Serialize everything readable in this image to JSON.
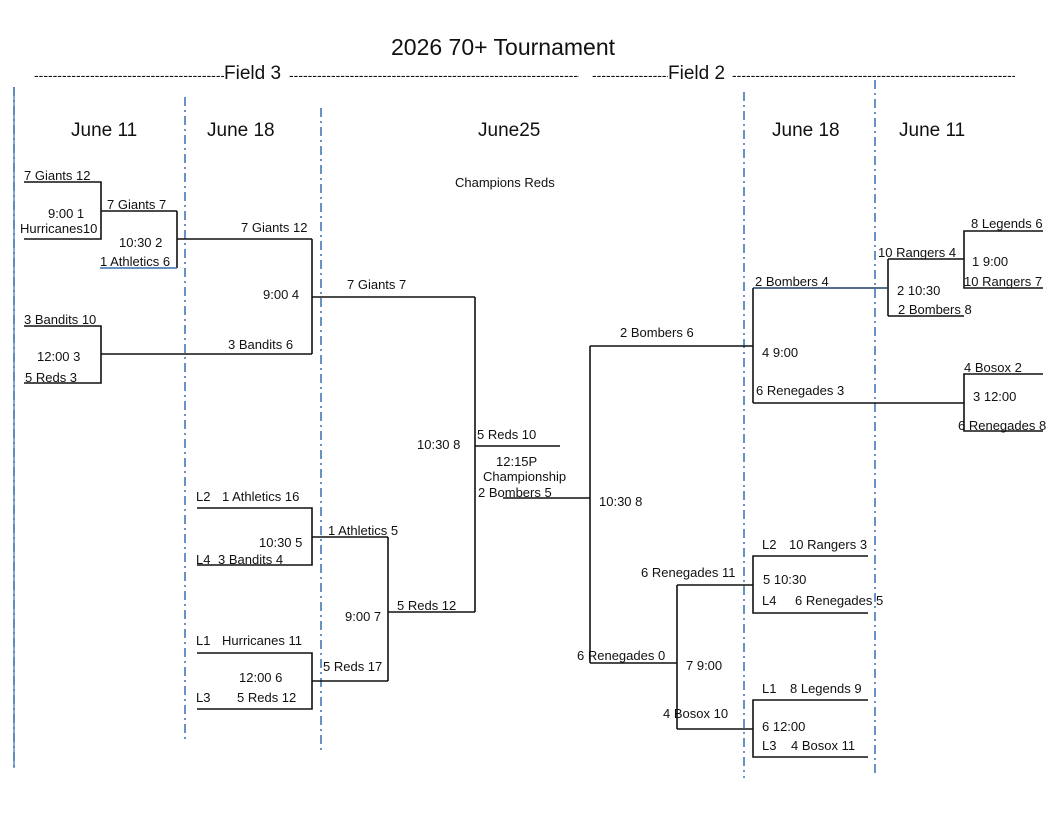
{
  "title": "2026 70+ Tournament",
  "fields": {
    "left": "Field 3",
    "right": "Field 2"
  },
  "dates": {
    "left_june11": "June 11",
    "left_june18": "June 18",
    "center": "June25",
    "right_june18": "June 18",
    "right_june11": "June 11"
  },
  "champions": "Champions Reds",
  "left": {
    "g1_top": "7 Giants 12",
    "g1_time": "9:00 1",
    "g1_bottom": "Hurricanes10",
    "g2_top": "7 Giants 7",
    "g2_time": "10:30 2",
    "g2_bottom": "1 Athletics 6",
    "g4_top": "7 Giants 12",
    "g4_time": "9:00 4",
    "g3_top": "3 Bandits 10",
    "g3_time": "12:00 3",
    "g3_bottom": "5 Reds 3",
    "g4_bottom": "3 Bandits 6",
    "g8_top": "7 Giants 7",
    "g8_time": "10:30 8",
    "g8_bottom": "5 Reds  12",
    "l2_tag": "L2",
    "g5_top": "1 Athletics 16",
    "g5_time": "10:30 5",
    "l4_tag": "L4",
    "g5_bottom": "3 Bandits 4",
    "g7_top": "1 Athletics 5",
    "g7_time": "9:00 7",
    "l1_tag": "L1",
    "g6_top": "Hurricanes 11",
    "g6_time": "12:00  6",
    "l3_tag": "L3",
    "g6_bottom": "5 Reds 12",
    "g7_bottom": "5 Reds 17"
  },
  "championship": {
    "top": "5 Reds 10",
    "time": "12:15P",
    "label": "Championship",
    "bottom": "2  Bombers 5"
  },
  "right": {
    "g1_top": "8 Legends 6",
    "g1_time": "1 9:00",
    "g1_bottom": "10 Rangers 7",
    "g2_top": "10 Rangers 4",
    "g2_time": "2 10:30",
    "g2_bottom": "2  Bombers 8",
    "g4_top": "2  Bombers 4",
    "g4_time": "4 9:00",
    "g3_top": "4 Bosox 2",
    "g3_time": "3 12:00",
    "g3_bottom": "6 Renegades 8",
    "g4_bottom": "6 Renegades 3",
    "g8_top": "2  Bombers 6",
    "g8_time": "10:30 8",
    "g8_bottom": "6 Renegades 0",
    "l2_tag": "L2",
    "g5_top": "10 Rangers 3",
    "g5_time": "5 10:30",
    "l4_tag": "L4",
    "g5_bottom": "6 Renegades  5",
    "g7_top": "6 Renegades 11",
    "g7_time": "7 9:00",
    "l1_tag": "L1",
    "g6_top": "8 Legends 9",
    "g6_time": "6 12:00",
    "l3_tag": "L3",
    "g6_bottom": "4 Bosox 11",
    "g7_bottom": "4 Bosox 10"
  }
}
